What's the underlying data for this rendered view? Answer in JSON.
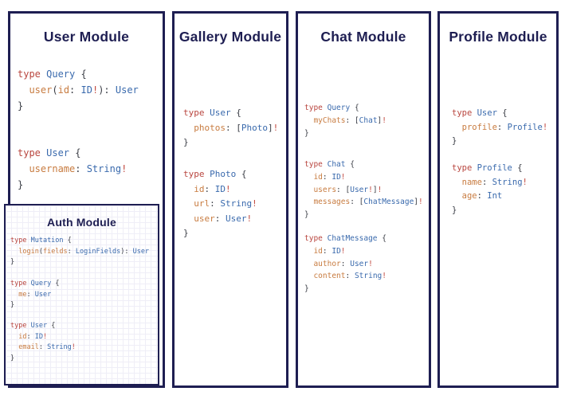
{
  "colors": {
    "navy": "#1e1e52",
    "keyword": "#b9463f",
    "type_name": "#3a6aad",
    "field": "#c87c41",
    "punct": "#3a3d45",
    "bang": "#c24b41",
    "panel_bg": "#ffffff",
    "auth_grid": "#efeef7"
  },
  "modules": {
    "user": {
      "title": "User Module",
      "blocks": [
        [
          [
            [
              "k",
              "type "
            ],
            [
              "t",
              "Query "
            ],
            [
              "p",
              "{"
            ]
          ],
          [
            [
              "f",
              "  user"
            ],
            [
              "p",
              "("
            ],
            [
              "f",
              "id"
            ],
            [
              "p",
              ": "
            ],
            [
              "t",
              "ID"
            ],
            [
              "b",
              "!"
            ],
            [
              "p",
              "): "
            ],
            [
              "t",
              "User"
            ]
          ],
          [
            [
              "p",
              "}"
            ]
          ]
        ],
        [
          [
            [
              "k",
              "type "
            ],
            [
              "t",
              "User "
            ],
            [
              "p",
              "{"
            ]
          ],
          [
            [
              "f",
              "  username"
            ],
            [
              "p",
              ": "
            ],
            [
              "t",
              "String"
            ],
            [
              "b",
              "!"
            ]
          ],
          [
            [
              "p",
              "}"
            ]
          ]
        ]
      ]
    },
    "auth": {
      "title": "Auth Module",
      "blocks": [
        [
          [
            [
              "k",
              "type "
            ],
            [
              "t",
              "Mutation "
            ],
            [
              "p",
              "{"
            ]
          ],
          [
            [
              "f",
              "  login"
            ],
            [
              "p",
              "("
            ],
            [
              "f",
              "fields"
            ],
            [
              "p",
              ": "
            ],
            [
              "t",
              "LoginFields"
            ],
            [
              "p",
              "): "
            ],
            [
              "t",
              "User"
            ]
          ],
          [
            [
              "p",
              "}"
            ]
          ]
        ],
        [
          [
            [
              "k",
              "type "
            ],
            [
              "t",
              "Query "
            ],
            [
              "p",
              "{"
            ]
          ],
          [
            [
              "f",
              "  me"
            ],
            [
              "p",
              ": "
            ],
            [
              "t",
              "User"
            ]
          ],
          [
            [
              "p",
              "}"
            ]
          ]
        ],
        [
          [
            [
              "k",
              "type "
            ],
            [
              "t",
              "User "
            ],
            [
              "p",
              "{"
            ]
          ],
          [
            [
              "f",
              "  id"
            ],
            [
              "p",
              ": "
            ],
            [
              "t",
              "ID"
            ],
            [
              "b",
              "!"
            ]
          ],
          [
            [
              "f",
              "  email"
            ],
            [
              "p",
              ": "
            ],
            [
              "t",
              "String"
            ],
            [
              "b",
              "!"
            ]
          ],
          [
            [
              "p",
              "}"
            ]
          ]
        ]
      ]
    },
    "gallery": {
      "title": "Gallery Module",
      "blocks": [
        [
          [
            [
              "k",
              "type "
            ],
            [
              "t",
              "User "
            ],
            [
              "p",
              "{"
            ]
          ],
          [
            [
              "f",
              "  photos"
            ],
            [
              "p",
              ": ["
            ],
            [
              "t",
              "Photo"
            ],
            [
              "p",
              "]"
            ],
            [
              "b",
              "!"
            ]
          ],
          [
            [
              "p",
              "}"
            ]
          ]
        ],
        [
          [
            [
              "k",
              "type "
            ],
            [
              "t",
              "Photo "
            ],
            [
              "p",
              "{"
            ]
          ],
          [
            [
              "f",
              "  id"
            ],
            [
              "p",
              ": "
            ],
            [
              "t",
              "ID"
            ],
            [
              "b",
              "!"
            ]
          ],
          [
            [
              "f",
              "  url"
            ],
            [
              "p",
              ": "
            ],
            [
              "t",
              "String"
            ],
            [
              "b",
              "!"
            ]
          ],
          [
            [
              "f",
              "  user"
            ],
            [
              "p",
              ": "
            ],
            [
              "t",
              "User"
            ],
            [
              "b",
              "!"
            ]
          ],
          [
            [
              "p",
              "}"
            ]
          ]
        ]
      ]
    },
    "chat": {
      "title": "Chat Module",
      "blocks": [
        [
          [
            [
              "k",
              "type "
            ],
            [
              "t",
              "Query "
            ],
            [
              "p",
              "{"
            ]
          ],
          [
            [
              "f",
              "  myChats"
            ],
            [
              "p",
              ": ["
            ],
            [
              "t",
              "Chat"
            ],
            [
              "p",
              "]"
            ],
            [
              "b",
              "!"
            ]
          ],
          [
            [
              "p",
              "}"
            ]
          ]
        ],
        [
          [
            [
              "k",
              "type "
            ],
            [
              "t",
              "Chat "
            ],
            [
              "p",
              "{"
            ]
          ],
          [
            [
              "f",
              "  id"
            ],
            [
              "p",
              ": "
            ],
            [
              "t",
              "ID"
            ],
            [
              "b",
              "!"
            ]
          ],
          [
            [
              "f",
              "  users"
            ],
            [
              "p",
              ": ["
            ],
            [
              "t",
              "User"
            ],
            [
              "b",
              "!"
            ],
            [
              "p",
              "]"
            ],
            [
              "b",
              "!"
            ]
          ],
          [
            [
              "f",
              "  messages"
            ],
            [
              "p",
              ": ["
            ],
            [
              "t",
              "ChatMessage"
            ],
            [
              "p",
              "]"
            ],
            [
              "b",
              "!"
            ]
          ],
          [
            [
              "p",
              "}"
            ]
          ]
        ],
        [
          [
            [
              "k",
              "type "
            ],
            [
              "t",
              "ChatMessage "
            ],
            [
              "p",
              "{"
            ]
          ],
          [
            [
              "f",
              "  id"
            ],
            [
              "p",
              ": "
            ],
            [
              "t",
              "ID"
            ],
            [
              "b",
              "!"
            ]
          ],
          [
            [
              "f",
              "  author"
            ],
            [
              "p",
              ": "
            ],
            [
              "t",
              "User"
            ],
            [
              "b",
              "!"
            ]
          ],
          [
            [
              "f",
              "  content"
            ],
            [
              "p",
              ": "
            ],
            [
              "t",
              "String"
            ],
            [
              "b",
              "!"
            ]
          ],
          [
            [
              "p",
              "}"
            ]
          ]
        ]
      ]
    },
    "profile": {
      "title": "Profile Module",
      "blocks": [
        [
          [
            [
              "k",
              "type "
            ],
            [
              "t",
              "User "
            ],
            [
              "p",
              "{"
            ]
          ],
          [
            [
              "f",
              "  profile"
            ],
            [
              "p",
              ": "
            ],
            [
              "t",
              "Profile"
            ],
            [
              "b",
              "!"
            ]
          ],
          [
            [
              "p",
              "}"
            ]
          ]
        ],
        [
          [
            [
              "k",
              "type "
            ],
            [
              "t",
              "Profile "
            ],
            [
              "p",
              "{"
            ]
          ],
          [
            [
              "f",
              "  name"
            ],
            [
              "p",
              ": "
            ],
            [
              "t",
              "String"
            ],
            [
              "b",
              "!"
            ]
          ],
          [
            [
              "f",
              "  age"
            ],
            [
              "p",
              ": "
            ],
            [
              "t",
              "Int"
            ]
          ],
          [
            [
              "p",
              "}"
            ]
          ]
        ]
      ]
    }
  }
}
